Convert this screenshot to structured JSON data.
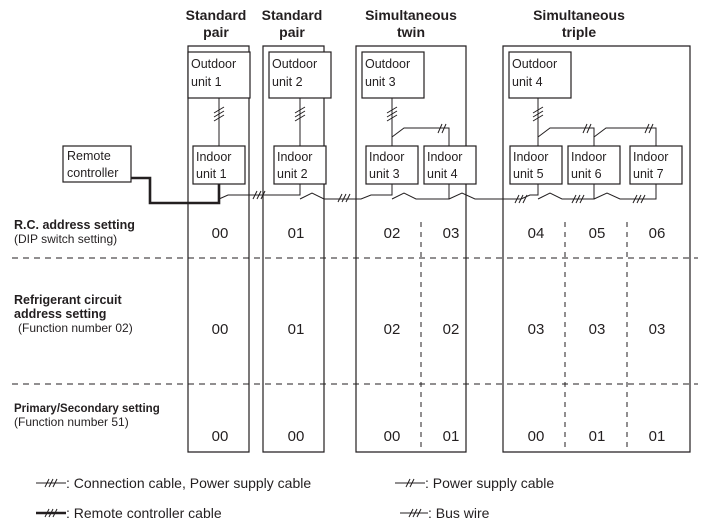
{
  "columns": [
    {
      "line1": "Standard",
      "line2": "pair"
    },
    {
      "line1": "Standard",
      "line2": "pair"
    },
    {
      "line1": "Simultaneous",
      "line2": "twin"
    },
    {
      "line1": "Simultaneous",
      "line2": "triple"
    }
  ],
  "remote": {
    "line1": "Remote",
    "line2": "controller"
  },
  "outdoor_units": [
    {
      "line1": "Outdoor",
      "line2": "unit 1"
    },
    {
      "line1": "Outdoor",
      "line2": "unit 2"
    },
    {
      "line1": "Outdoor",
      "line2": "unit 3"
    },
    {
      "line1": "Outdoor",
      "line2": "unit 4"
    }
  ],
  "indoor_units": [
    {
      "line1": "Indoor",
      "line2": "unit 1"
    },
    {
      "line1": "Indoor",
      "line2": "unit 2"
    },
    {
      "line1": "Indoor",
      "line2": "unit 3"
    },
    {
      "line1": "Indoor",
      "line2": "unit 4"
    },
    {
      "line1": "Indoor",
      "line2": "unit 5"
    },
    {
      "line1": "Indoor",
      "line2": "unit 6"
    },
    {
      "line1": "Indoor",
      "line2": "unit 7"
    }
  ],
  "rows": [
    {
      "title": "R.C. address setting",
      "subtitle": "(DIP switch setting)",
      "values": [
        "00",
        "01",
        "02",
        "03",
        "04",
        "05",
        "06"
      ]
    },
    {
      "title_lines": [
        "Refrigerant circuit",
        "address setting"
      ],
      "subtitle": "(Function number 02)",
      "values": [
        "00",
        "01",
        "02",
        "02",
        "03",
        "03",
        "03"
      ]
    },
    {
      "title": "Primary/Secondary setting",
      "subtitle": "(Function number 51)",
      "values": [
        "00",
        "00",
        "00",
        "01",
        "00",
        "01",
        "01"
      ]
    }
  ],
  "legend": {
    "connection": ": Connection cable, Power supply cable",
    "power": ": Power supply cable",
    "remote": ": Remote controller cable",
    "bus": ": Bus wire"
  }
}
